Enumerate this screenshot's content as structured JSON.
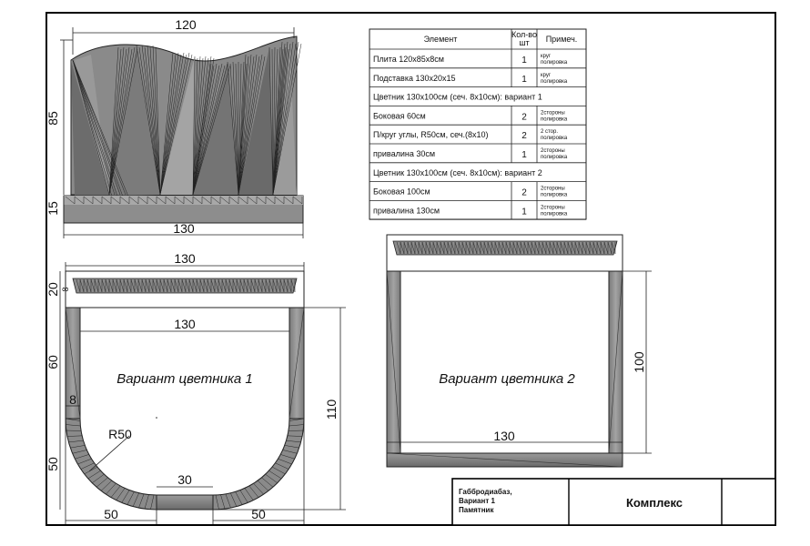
{
  "dimensions": {
    "stele_width": "120",
    "stele_height": "85",
    "base_height": "15",
    "base_width": "130",
    "v1_top_width": "130",
    "v1_front_thickness": "20",
    "v1_front_inner": "8",
    "v1_inner_width": "130",
    "v1_side_length": "60",
    "v1_side_thickness": "8",
    "v1_total_length": "110",
    "v1_radius": "R50",
    "v1_bottom_segment": "30",
    "v1_arc_height": "50",
    "v1_bottom_left": "50",
    "v1_bottom_right": "50",
    "v2_length": "100",
    "v2_width": "130"
  },
  "captions": {
    "variant1": "Вариант цветника 1",
    "variant2": "Вариант цветника 2"
  },
  "table": {
    "headers": {
      "element": "Элемент",
      "qty_line1": "Кол-во",
      "qty_line2": "шт",
      "note": "Примеч."
    },
    "rows": [
      {
        "name": "Плита 120х85х8см",
        "qty": "1",
        "note1": "круг",
        "note2": "полировка"
      },
      {
        "name": "Подставка 130х20х15",
        "qty": "1",
        "note1": "круг",
        "note2": "полировка"
      },
      {
        "section": "Цветник 130х100см (сеч. 8х10см): вариант 1"
      },
      {
        "name": "Боковая 60см",
        "qty": "2",
        "note1": "2стороны",
        "note2": "полировка"
      },
      {
        "name": "П/круг углы, R50см, сеч.(8х10)",
        "qty": "2",
        "note1": "2 стор.",
        "note2": "полировка"
      },
      {
        "name": "привалина 30см",
        "qty": "1",
        "note1": "2стороны",
        "note2": "полировка"
      },
      {
        "section": "Цветник 130х100см (сеч. 8х10см): вариант 2"
      },
      {
        "name": "Боковая 100см",
        "qty": "2",
        "note1": "2стороны",
        "note2": "полировка"
      },
      {
        "name": "привалина 130см",
        "qty": "1",
        "note1": "2стороны",
        "note2": "полировка"
      }
    ]
  },
  "title_block": {
    "line1": "Габбродиабаз,",
    "line2": "Вариант 1",
    "line3": "Памятник",
    "title": "Комплекс"
  },
  "colors": {
    "stone_dark": "#6f6f6f",
    "stone_mid": "#8e8e8e",
    "stone_light": "#b5b5b5",
    "line": "#222222"
  }
}
